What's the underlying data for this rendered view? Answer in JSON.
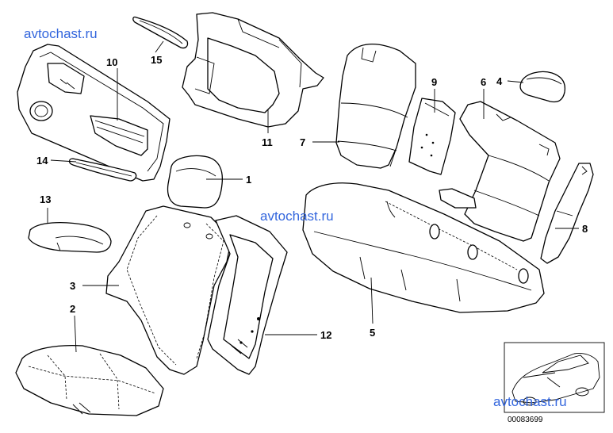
{
  "watermarks": [
    "avtochast.ru",
    "avtochast.ru",
    "avtochast.ru"
  ],
  "diagram_code": "00083699",
  "callouts": [
    "1",
    "2",
    "3",
    "4",
    "5",
    "6",
    "7",
    "8",
    "9",
    "10",
    "11",
    "12",
    "13",
    "14",
    "15"
  ],
  "colors": {
    "line": "#000000",
    "watermark": "#3366dd",
    "background": "#ffffff"
  }
}
